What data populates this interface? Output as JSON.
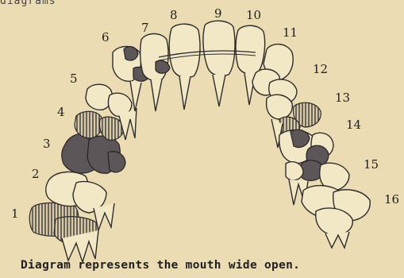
{
  "header_fragment": "diagrams",
  "caption": "Diagram represents the mouth wide open.",
  "tooth_numbers": {
    "n1": "1",
    "n2": "2",
    "n3": "3",
    "n4": "4",
    "n5": "5",
    "n6": "6",
    "n7": "7",
    "n8": "8",
    "n9": "9",
    "n10": "10",
    "n11": "11",
    "n12": "12",
    "n13": "13",
    "n14": "14",
    "n15": "15",
    "n16": "16"
  },
  "legend_colors": {
    "cavity": "#5d5659",
    "filling_hatch": "#3a3a3a",
    "tooth": "#f3e8c6",
    "paper": "#ecdcb4"
  }
}
